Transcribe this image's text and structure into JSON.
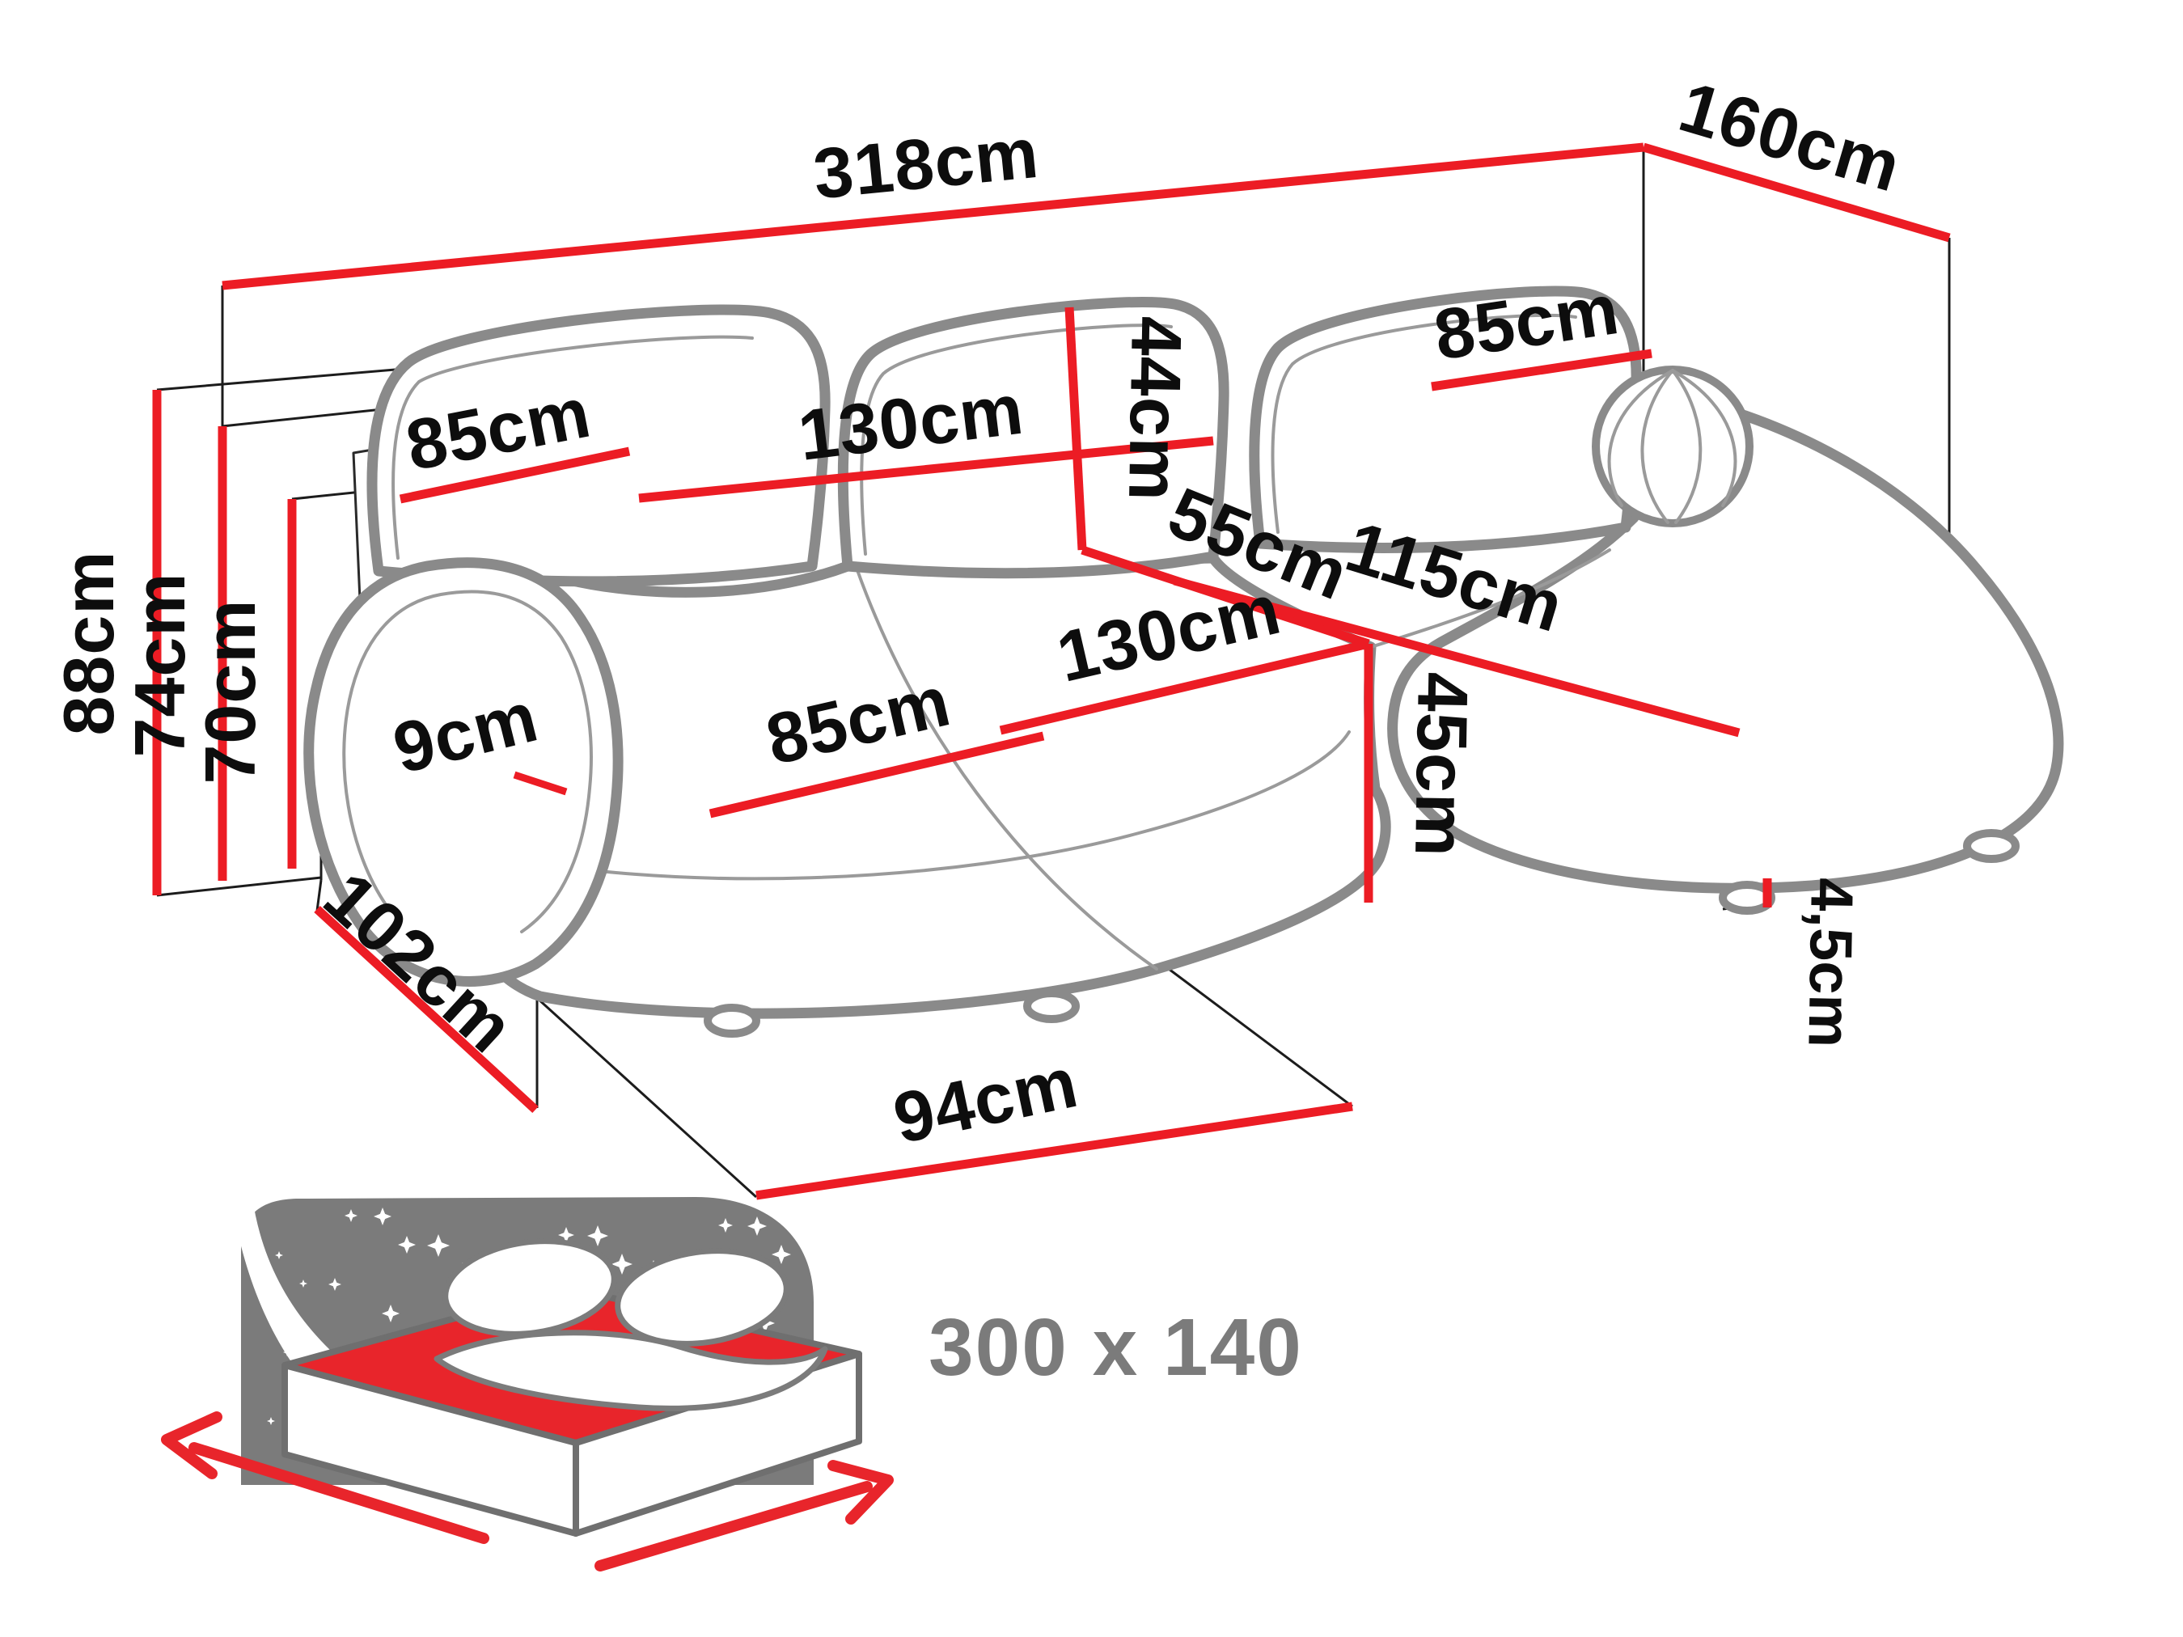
{
  "figure": {
    "type": "corner-sofa-dimension-diagram",
    "colors": {
      "dimension_line": "#ec1c24",
      "sofa_outline": "#8a8a8a",
      "extension_line": "#1c1c1c",
      "icon_gray": "#7b7b7b",
      "mattress_red": "#e8252b",
      "label_text": "#0d0d0d"
    },
    "dims": {
      "width_total": "318cm",
      "depth_total": "160cm",
      "height_total": "88cm",
      "height_backrest": "74cm",
      "height_armrest": "70cm",
      "backrest_left": "85cm",
      "backrest_middle": "130cm",
      "backrest_cushion_height": "44cm",
      "backrest_right": "85cm",
      "armrest_top": "9cm",
      "seat_chaise": "85cm",
      "seat_middle": "130cm",
      "seat_split": "55cm",
      "chaise_right": "115cm",
      "seat_height": "45cm",
      "depth_side": "102cm",
      "chaise_front": "94cm",
      "leg_height": "4,5cm"
    },
    "sleeping_area": {
      "label": "300 x 140"
    }
  }
}
